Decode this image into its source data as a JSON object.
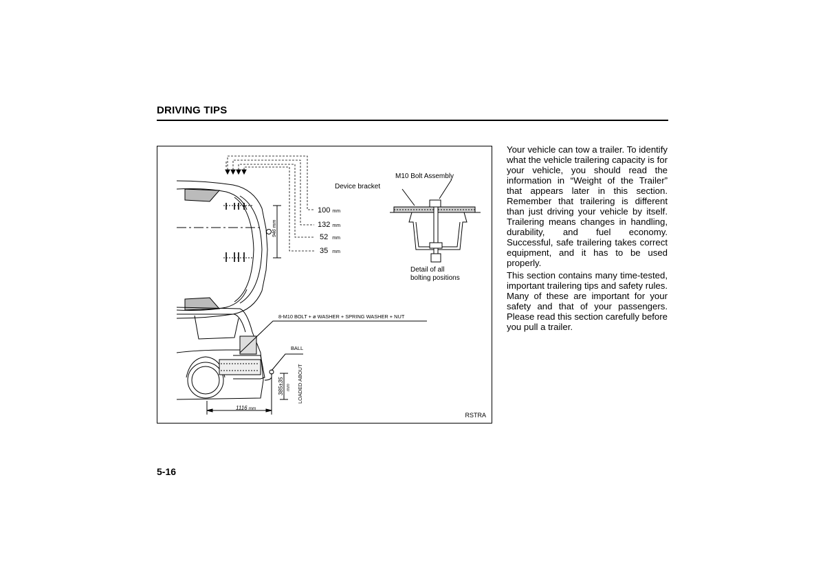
{
  "header": {
    "section_title": "DRIVING TIPS"
  },
  "figure": {
    "code": "RSTRA",
    "dimensions": [
      {
        "value": "100",
        "unit": "mm"
      },
      {
        "value": "132",
        "unit": "mm"
      },
      {
        "value": "52",
        "unit": "mm"
      },
      {
        "value": "35",
        "unit": "mm"
      }
    ],
    "width_label": "946 mm",
    "bolt_assembly_label": "M10 Bolt Assembly",
    "device_bracket_label": "Device bracket",
    "detail_label_line1": "Detail of all",
    "detail_label_line2": "bolting positions",
    "bolt_spec_label": "8-M10 BOLT + ø WASHER + SPRING WASHER + NUT",
    "ball_label": "BALL",
    "height_value": "385±35",
    "height_unit": "mm",
    "loaded_about_label": "LOADED ABOUT",
    "overhang_value": "1116",
    "overhang_unit": "mm"
  },
  "body": {
    "paragraph1": "Your vehicle can tow a trailer. To identify what the vehicle trailering capacity is for your vehicle, you should read the information in “Weight of the Trailer” that appears later in this section. Remember that trailering is different than just driving your vehicle by itself. Trailering means changes in handling, durability, and fuel economy. Successful, safe trailering takes correct equipment, and it has to be used properly.",
    "paragraph2": "This section contains many time-tested, important trailering tips and safety rules. Many of these are important for your safety and that of your passengers. Please read this section carefully before you pull a trailer."
  },
  "footer": {
    "page_number": "5-16"
  }
}
